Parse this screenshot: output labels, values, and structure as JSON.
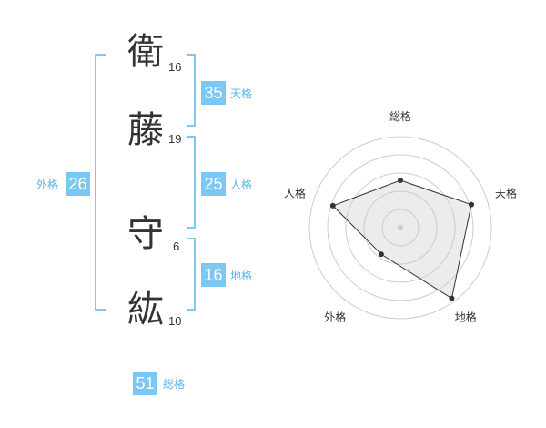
{
  "name": {
    "chars": [
      {
        "char": "衛",
        "strokes": "16"
      },
      {
        "char": "藤",
        "strokes": "19"
      },
      {
        "char": "守",
        "strokes": "6"
      },
      {
        "char": "紘",
        "strokes": "10"
      }
    ]
  },
  "kaku": {
    "tenkaku": {
      "value": "35",
      "label": "天格"
    },
    "jinkaku": {
      "value": "25",
      "label": "人格"
    },
    "chikaku": {
      "value": "16",
      "label": "地格"
    },
    "gaikaku": {
      "value": "26",
      "label": "外格"
    },
    "soukaku": {
      "value": "51",
      "label": "総格"
    }
  },
  "colors": {
    "accent": "#7cc8f4",
    "bracket": "#5ab4ea",
    "text": "#333333"
  },
  "chart_data": {
    "type": "radar",
    "axes": [
      "総格",
      "天格",
      "地格",
      "外格",
      "人格"
    ],
    "max": 5,
    "values": [
      2.6,
      4.1,
      4.8,
      1.8,
      3.9
    ]
  }
}
